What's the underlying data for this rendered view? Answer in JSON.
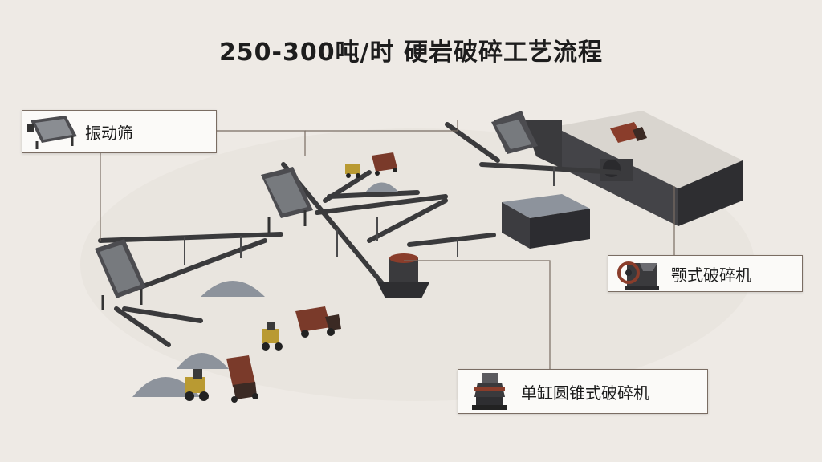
{
  "title": "250-300吨/时 硬岩破碎工艺流程",
  "callouts": {
    "screen": {
      "label": "振动筛",
      "icon": "vibrating-screen-icon"
    },
    "jaw": {
      "label": "颚式破碎机",
      "icon": "jaw-crusher-icon"
    },
    "cone": {
      "label": "单缸圆锥式破碎机",
      "icon": "cone-crusher-icon"
    }
  },
  "colors": {
    "background": "#eeeae5",
    "leader_line": "#7a6d63",
    "steel": "#3a3a3c",
    "stone_pile": "#8d939c",
    "truck": "#7a3a2a",
    "loader": "#b99a32"
  }
}
